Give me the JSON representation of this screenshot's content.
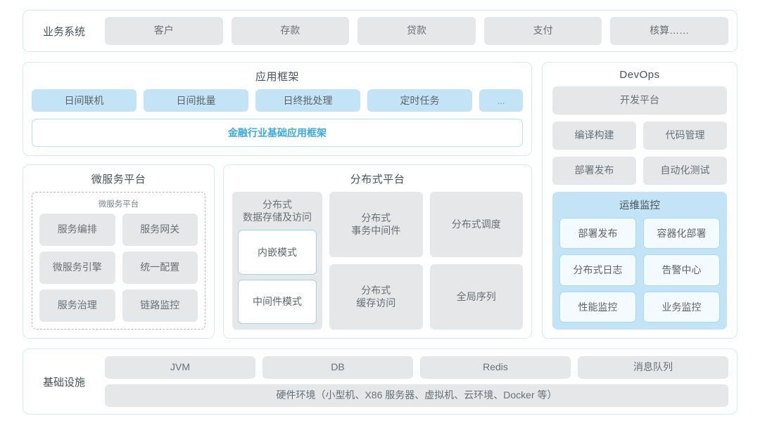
{
  "business_system": {
    "label": "业务系统",
    "items": [
      "客户",
      "存款",
      "贷款",
      "支付",
      "核算……"
    ]
  },
  "app_framework": {
    "title": "应用框架",
    "chips": [
      "日间联机",
      "日间批量",
      "日终批处理",
      "定时任务",
      "..."
    ],
    "base_framework": "金融行业基础应用框架"
  },
  "micro_platform": {
    "title": "微服务平台",
    "inner_title": "微服务平台",
    "items": [
      "服务编排",
      "服务网关",
      "微服务引擎",
      "统一配置",
      "服务治理",
      "链路监控"
    ]
  },
  "dist_platform": {
    "title": "分布式平台",
    "storage": {
      "title": "分布式\n数据存储及访问",
      "modes": [
        "内嵌模式",
        "中间件模式"
      ]
    },
    "items": [
      "分布式\n事务中间件",
      "分布式调度",
      "分布式\n缓存访问",
      "全局序列"
    ]
  },
  "devops": {
    "title": "DevOps",
    "platform": "开发平台",
    "items": [
      "编译构建",
      "代码管理",
      "部署发布",
      "自动化测试"
    ],
    "ops_monitor": {
      "title": "运维监控",
      "items": [
        "部署发布",
        "容器化部署",
        "分布式日志",
        "告警中心",
        "性能监控",
        "业务监控"
      ]
    }
  },
  "infrastructure": {
    "label": "基础设施",
    "items": [
      "JVM",
      "DB",
      "Redis",
      "消息队列"
    ],
    "hardware": "硬件环境（小型机、X86 服务器、虚拟机、云环境、Docker 等）"
  },
  "colors": {
    "panel_border": "#d9eaed",
    "chip_grey": "#e6e7e8",
    "chip_blue": "#c3e4f6",
    "accent_blue": "#3ba9e3"
  }
}
